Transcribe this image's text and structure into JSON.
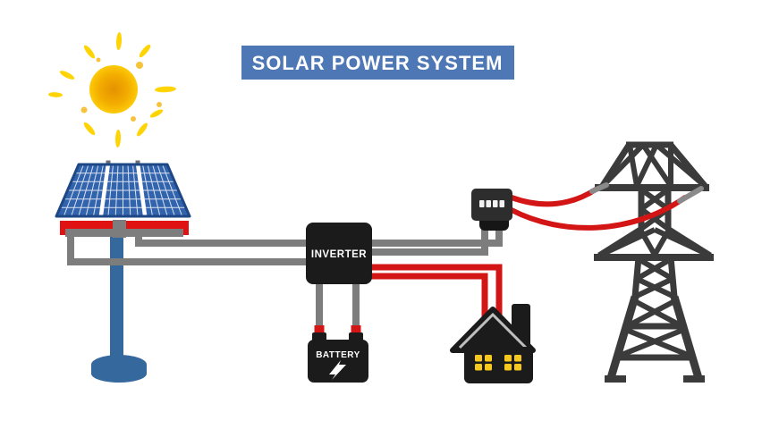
{
  "title": {
    "text": "SOLAR POWER SYSTEM"
  },
  "labels": {
    "inverter": "INVERTER",
    "battery": "BATTERY"
  },
  "components": {
    "sun": "sun",
    "solar_panel": "solar panel on pole",
    "inverter": "inverter unit",
    "battery": "battery with lightning bolt",
    "meter": "electric meter",
    "meter_display_segments": 4,
    "house": "house with two windows and chimney",
    "tower": "transmission tower",
    "house_window_count": 2
  },
  "colors": {
    "banner_bg": "#4d77b5",
    "banner_text": "#ffffff",
    "wire_gray": "#7d7d7d",
    "wire_red": "#d31515",
    "panel_blue": "#3263ad",
    "panel_border": "#1e4786",
    "panel_grid": "#d9e2f0",
    "panel_frame_red": "#e01212",
    "panel_frame_gray": "#7d7d7d",
    "pole_blue": "#35689d",
    "component_black": "#1b1b1b",
    "meter_body": "#2d2d2d",
    "meter_base": "#161616",
    "meter_display": "#f2f2f2",
    "tower_gray": "#3b3b3b",
    "window_yellow": "#f7c81d",
    "roof_trim": "#bfbfbf",
    "sun_core_orange": "#ed9a00",
    "sun_ray_yellow": "#ffd405",
    "cable_tip_gray": "#8a8a8a",
    "label_text": "#ffffff"
  }
}
